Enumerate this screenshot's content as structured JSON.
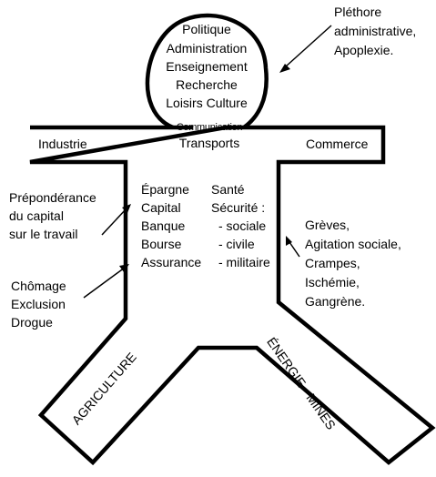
{
  "head_lines": [
    "Politique",
    "Administration",
    "Enseignement",
    "Recherche",
    "Loisirs Culture"
  ],
  "neck": {
    "communication": "Communication",
    "transports": "Transports"
  },
  "arms": {
    "left": "Industrie",
    "right": "Commerce"
  },
  "torso": {
    "left": [
      "Épargne",
      "Capital",
      "Banque",
      "Bourse",
      "Assurance"
    ],
    "right": [
      "Santé",
      "Sécurité :",
      "- sociale",
      "- civile",
      "- militaire"
    ]
  },
  "legs": {
    "left": "AGRICULTURE",
    "right": "ÉNERGIE - MINES"
  },
  "annotations": {
    "top_right": [
      "Pléthore",
      "administrative,",
      "Apoplexie."
    ],
    "left_upper": [
      "Prépondérance",
      "du capital",
      "sur le travail"
    ],
    "left_lower": [
      "Chômage",
      "Exclusion",
      "Drogue"
    ],
    "right": [
      "Grèves,",
      "Agitation sociale,",
      "Crampes,",
      "Ischémie,",
      "Gangrène."
    ]
  },
  "colors": {
    "ink": "#000000",
    "paper": "#ffffff"
  }
}
